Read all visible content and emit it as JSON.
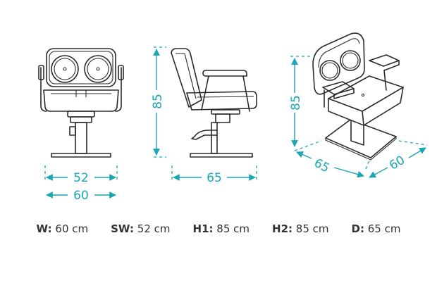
{
  "front_view": {
    "seat_width": "52",
    "width": "60"
  },
  "side_view": {
    "height": "85",
    "depth": "65"
  },
  "iso_view": {
    "height": "85",
    "depth": "65",
    "width": "60"
  },
  "specs": [
    {
      "label": "W:",
      "value": "60 cm"
    },
    {
      "label": "SW:",
      "value": "52 cm"
    },
    {
      "label": "H1:",
      "value": "85 cm"
    },
    {
      "label": "H2:",
      "value": "85 cm"
    },
    {
      "label": "D:",
      "value": "65 cm"
    }
  ],
  "colors": {
    "dimension": "#1aa6b7",
    "line": "#2a2a2a"
  }
}
